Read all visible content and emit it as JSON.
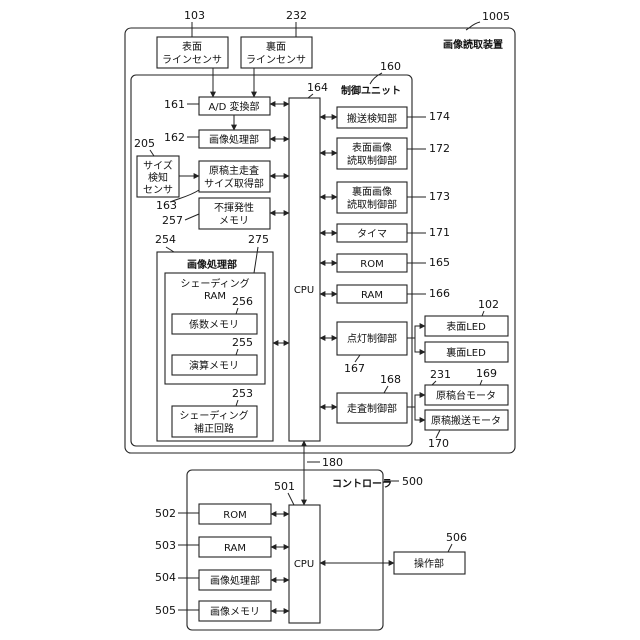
{
  "apparatus": {
    "title": "画像読取装置",
    "ref": "1005",
    "sensors": [
      {
        "ref": "103",
        "line1": "表面",
        "line2": "ラインセンサ"
      },
      {
        "ref": "232",
        "line1": "裏面",
        "line2": "ラインセンサ"
      }
    ]
  },
  "control_unit": {
    "title": "制御ユニット",
    "ref": "160",
    "cpu": {
      "label": "CPU",
      "ref": "164"
    },
    "left_blocks": [
      {
        "ref": "161",
        "line1": "A/D 変換部"
      },
      {
        "ref": "162",
        "line1": "画像処理部"
      },
      {
        "ref": "163",
        "line1": "原稿主走査",
        "line2": "サイズ取得部"
      },
      {
        "ref": "257",
        "line1": "不揮発性",
        "line2": "メモリ"
      }
    ],
    "size_sensor": {
      "ref": "205",
      "line1": "サイズ",
      "line2": "検知",
      "line3": "センサ"
    },
    "image_proc": {
      "title": "画像処理部",
      "ref": "254",
      "shading_ram": {
        "ref": "275",
        "line1": "シェーディング",
        "line2": "RAM"
      },
      "coef_mem": {
        "ref": "256",
        "label": "係数メモリ"
      },
      "calc_mem": {
        "ref": "255",
        "label": "演算メモリ"
      },
      "shading_corr": {
        "ref": "253",
        "line1": "シェーディング",
        "line2": "補正回路"
      }
    },
    "right_blocks": [
      {
        "ref": "174",
        "line1": "搬送検知部"
      },
      {
        "ref": "172",
        "line1": "表面画像",
        "line2": "読取制御部"
      },
      {
        "ref": "173",
        "line1": "裏面画像",
        "line2": "読取制御部"
      },
      {
        "ref": "171",
        "line1": "タイマ"
      },
      {
        "ref": "165",
        "line1": "ROM"
      },
      {
        "ref": "166",
        "line1": "RAM"
      },
      {
        "ref": "167",
        "line1": "点灯制御部"
      },
      {
        "ref": "168",
        "line1": "走査制御部"
      }
    ],
    "external": [
      {
        "ref": "102",
        "label": "表面LED"
      },
      {
        "ref": "",
        "label": "裏面LED"
      },
      {
        "ref": "169",
        "label": "原稿台モータ"
      },
      {
        "ref": "170",
        "label": "原稿搬送モータ"
      }
    ],
    "external_231": "231"
  },
  "bus_ref": "180",
  "controller": {
    "title": "コントローラ",
    "ref": "500",
    "cpu": {
      "label": "CPU",
      "ref": "501"
    },
    "blocks": [
      {
        "ref": "502",
        "label": "ROM"
      },
      {
        "ref": "503",
        "label": "RAM"
      },
      {
        "ref": "504",
        "label": "画像処理部"
      },
      {
        "ref": "505",
        "label": "画像メモリ"
      }
    ],
    "operation": {
      "ref": "506",
      "label": "操作部"
    }
  }
}
